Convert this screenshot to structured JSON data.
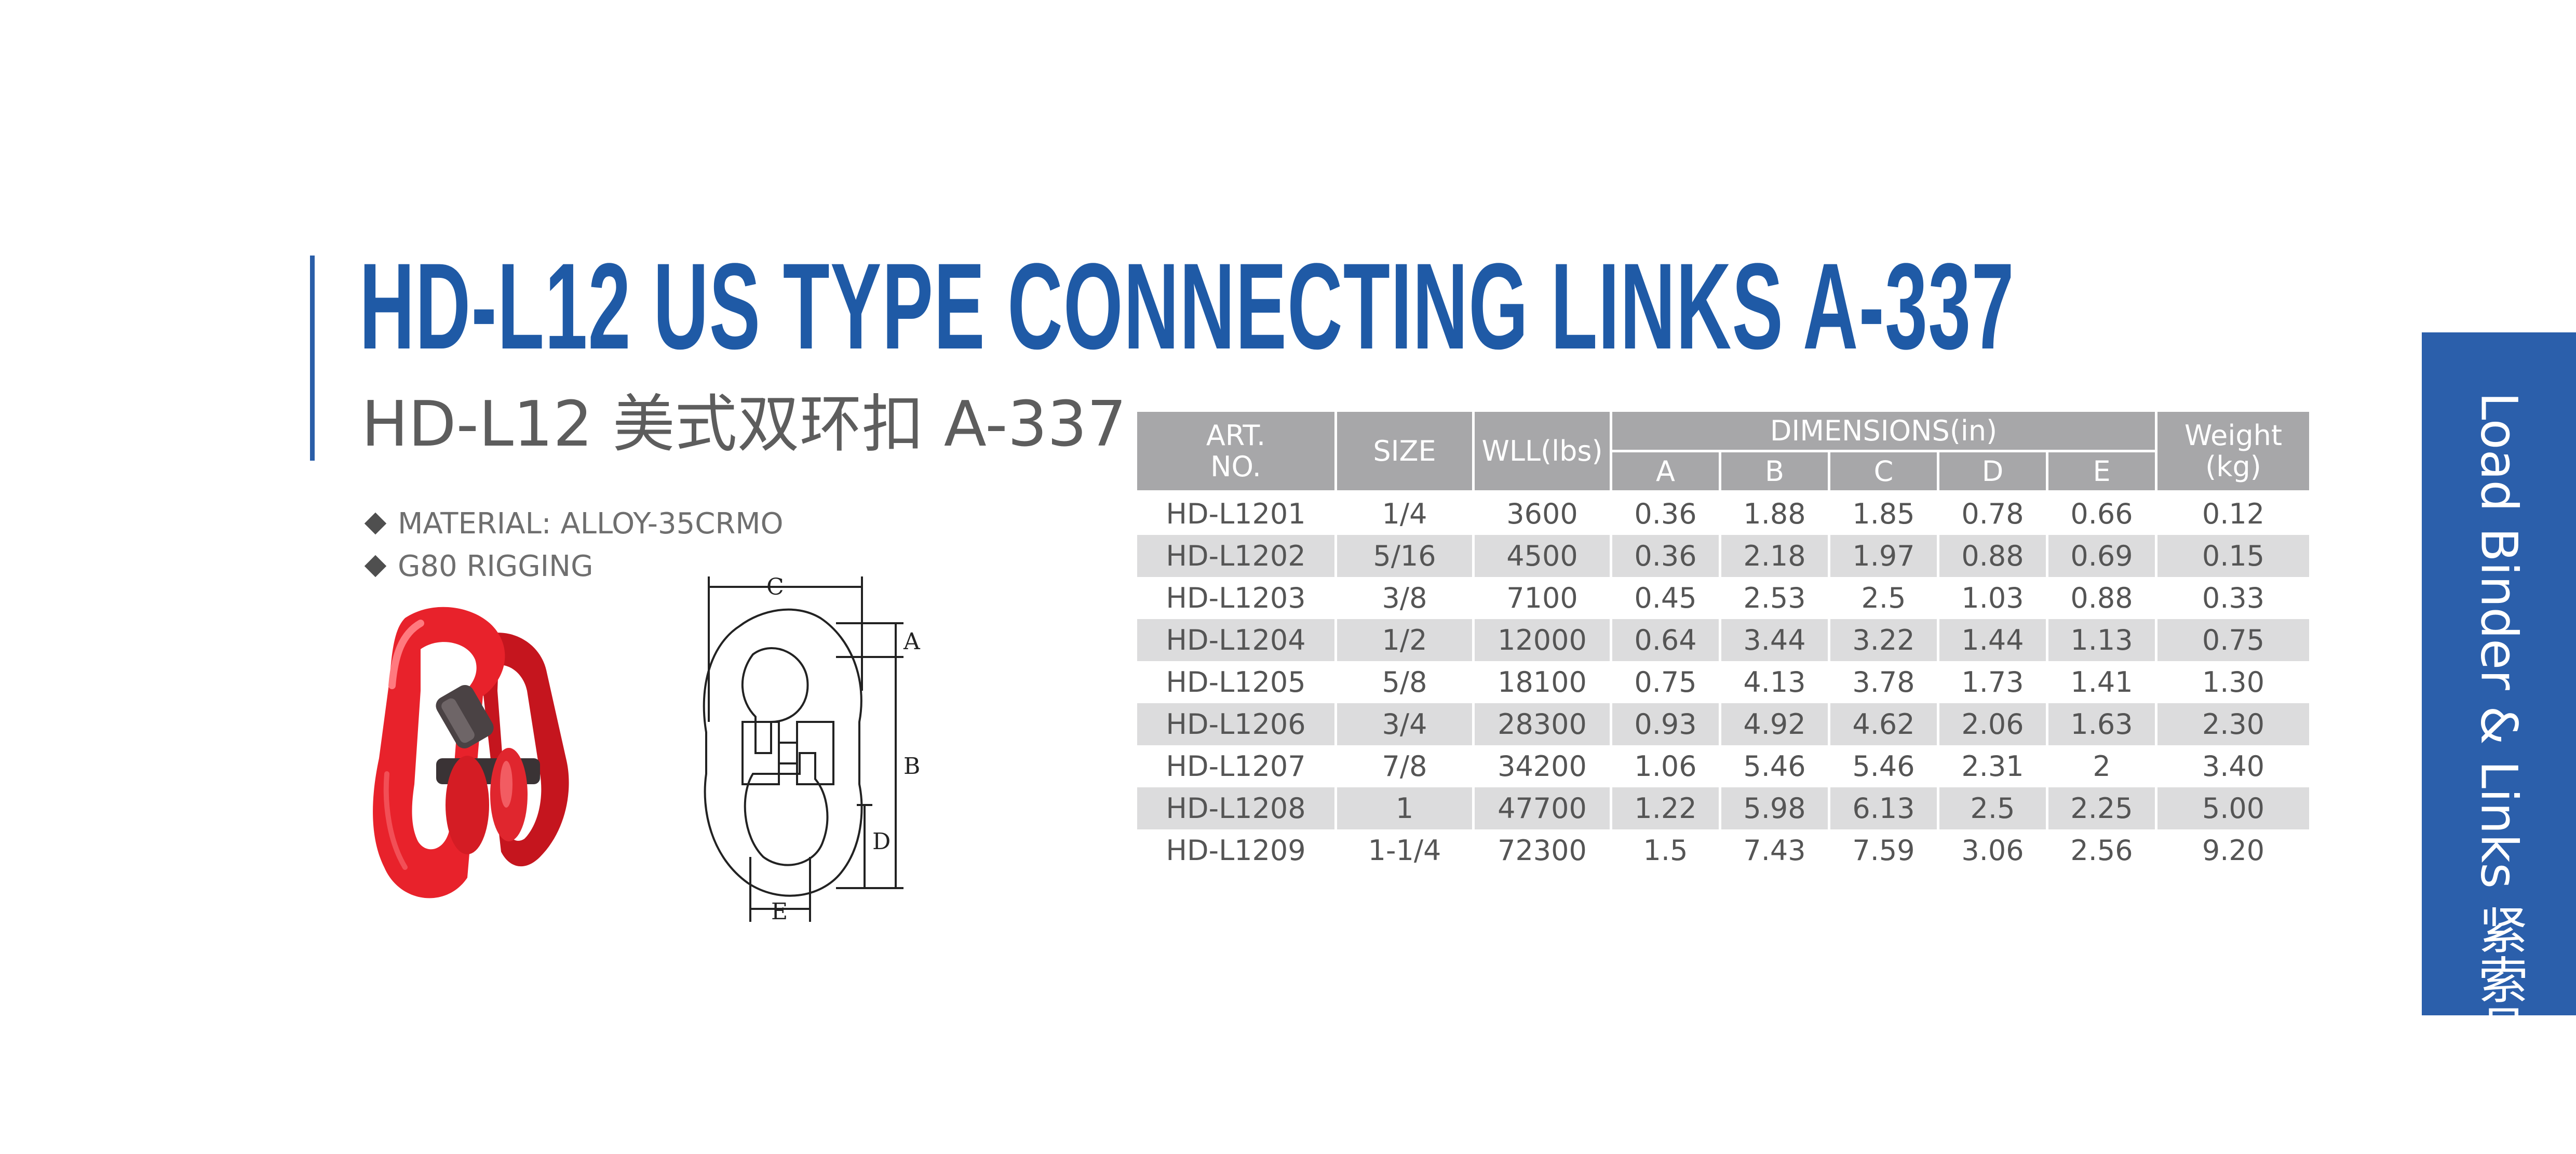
{
  "header": {
    "title_en": "HD-L12 US TYPE CONNECTING LINKS A-337",
    "title_cn": "HD-L12 美式双环扣 A-337"
  },
  "features": [
    "MATERIAL: ALLOY-35CRMO",
    "G80 RIGGING"
  ],
  "diagram": {
    "labels": [
      "A",
      "B",
      "C",
      "D",
      "E"
    ]
  },
  "table": {
    "headers": {
      "art_no": "ART.\nNO.",
      "size": "SIZE",
      "wll": "WLL(lbs)",
      "dimensions": "DIMENSIONS(in)",
      "dim_cols": [
        "A",
        "B",
        "C",
        "D",
        "E"
      ],
      "weight": "Weight\n(kg)"
    },
    "rows": [
      [
        "HD-L1201",
        "1/4",
        "3600",
        "0.36",
        "1.88",
        "1.85",
        "0.78",
        "0.66",
        "0.12"
      ],
      [
        "HD-L1202",
        "5/16",
        "4500",
        "0.36",
        "2.18",
        "1.97",
        "0.88",
        "0.69",
        "0.15"
      ],
      [
        "HD-L1203",
        "3/8",
        "7100",
        "0.45",
        "2.53",
        "2.5",
        "1.03",
        "0.88",
        "0.33"
      ],
      [
        "HD-L1204",
        "1/2",
        "12000",
        "0.64",
        "3.44",
        "3.22",
        "1.44",
        "1.13",
        "0.75"
      ],
      [
        "HD-L1205",
        "5/8",
        "18100",
        "0.75",
        "4.13",
        "3.78",
        "1.73",
        "1.41",
        "1.30"
      ],
      [
        "HD-L1206",
        "3/4",
        "28300",
        "0.93",
        "4.92",
        "4.62",
        "2.06",
        "1.63",
        "2.30"
      ],
      [
        "HD-L1207",
        "7/8",
        "34200",
        "1.06",
        "5.46",
        "5.46",
        "2.31",
        "2",
        "3.40"
      ],
      [
        "HD-L1208",
        "1",
        "47700",
        "1.22",
        "5.98",
        "6.13",
        "2.5",
        "2.25",
        "5.00"
      ],
      [
        "HD-L1209",
        "1-1/4",
        "72300",
        "1.5",
        "7.43",
        "7.59",
        "3.06",
        "2.56",
        "9.20"
      ]
    ]
  },
  "side_tab": {
    "label": "Load Binder & Links  紧索具及环"
  },
  "colors": {
    "brand_blue": "#1f5aa6",
    "tab_blue": "#2b5fab",
    "header_gray": "#a7a7a9",
    "stripe_gray": "#dcdcdd",
    "product_red": "#e8222b"
  }
}
